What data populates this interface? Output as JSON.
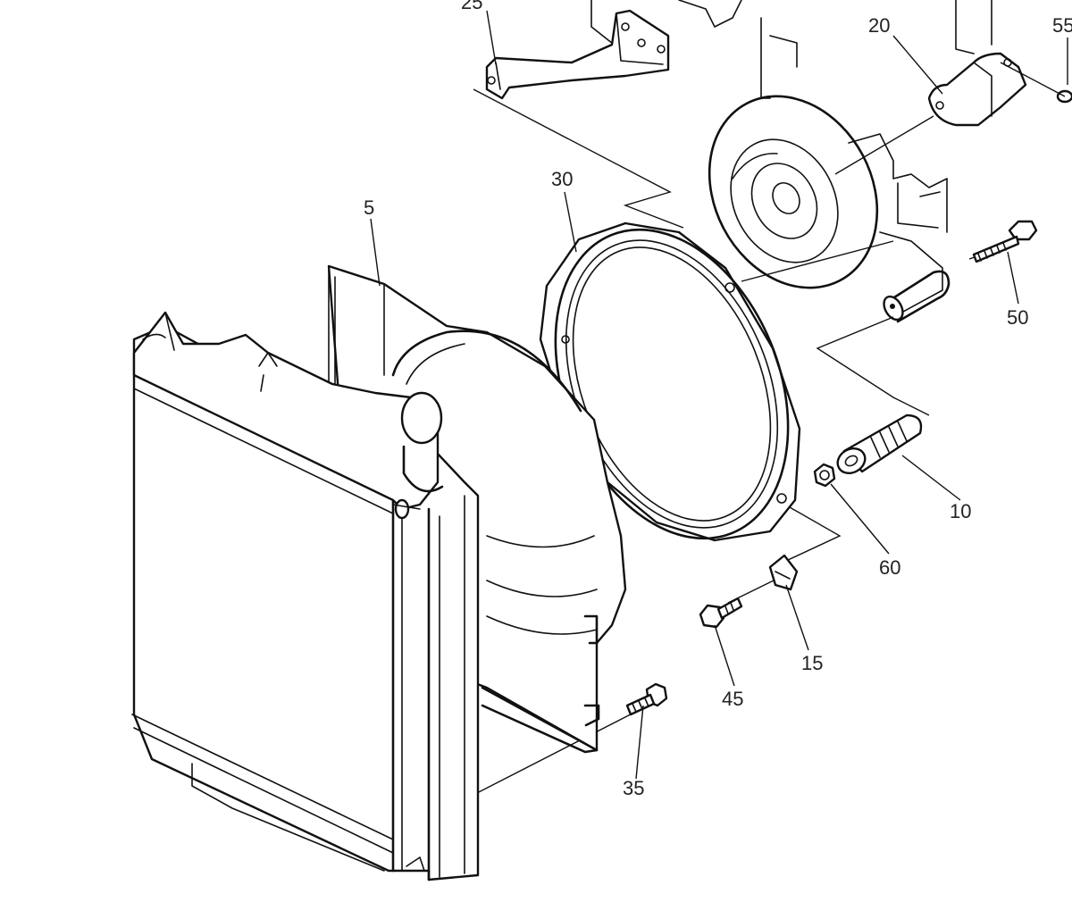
{
  "labels": {
    "p5": "5",
    "p10": "10",
    "p15": "15",
    "p20": "20",
    "p25": "25",
    "p30": "30",
    "p35": "35",
    "p45": "45",
    "p50": "50",
    "p55": "55",
    "p60": "60"
  }
}
